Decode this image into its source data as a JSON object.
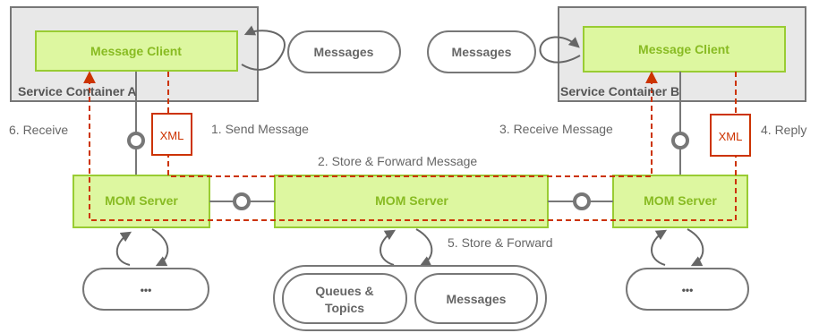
{
  "containers": [
    {
      "label": "Service Container A"
    },
    {
      "label": "Service Container B"
    }
  ],
  "clients": [
    {
      "label": "Message Client"
    },
    {
      "label": "Message Client"
    }
  ],
  "servers": [
    {
      "label": "MOM Server"
    },
    {
      "label": "MOM Server"
    },
    {
      "label": "MOM Server"
    }
  ],
  "stores": {
    "messages_left": "Messages",
    "messages_right": "Messages",
    "dots_left": "•••",
    "dots_right": "•••",
    "queues_line1": "Queues &",
    "queues_line2": "Topics",
    "messages_bottom": "Messages"
  },
  "xml_badges": [
    "XML",
    "XML"
  ],
  "steps": {
    "s1": "1. Send Message",
    "s2": "2. Store & Forward Message",
    "s3": "3. Receive Message",
    "s4": "4. Reply",
    "s5": "5. Store & Forward",
    "s6": "6. Receive"
  },
  "colors": {
    "green_fill": "#DDF7A0",
    "green_stroke": "#99CC33",
    "green_text": "#88BB22",
    "gray_box": "#E8E8E8",
    "gray_stroke": "#777777",
    "red": "#CC3300",
    "label_gray": "#666666"
  }
}
